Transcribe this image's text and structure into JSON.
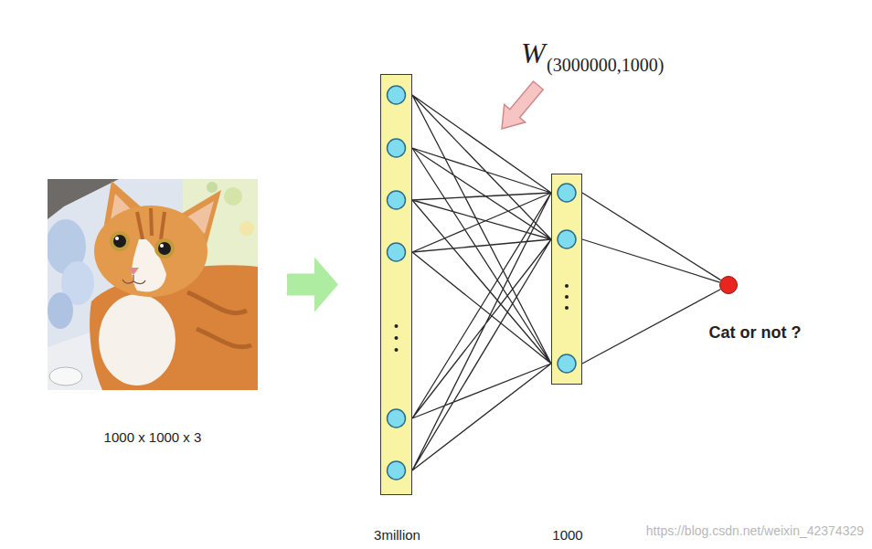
{
  "diagram": {
    "nodes": [
      {
        "text": [
          "1000 x 1000 x 3"
        ]
      },
      {
        "text": [
          "3million"
        ]
      },
      {
        "text": [
          "1000"
        ]
      },
      {
        "text": [
          "Cat or not ?"
        ]
      }
    ],
    "edges": [
      {
        "from": 0,
        "to": 1,
        "arrow": "to"
      },
      {
        "from": 1,
        "to": 2,
        "arrow": "none"
      },
      {
        "from": 2,
        "to": 3,
        "arrow": "none"
      }
    ],
    "labels": [
      "W",
      "(3000000,1000)",
      "https://blog.csdn.net/weixin_42374329"
    ]
  }
}
